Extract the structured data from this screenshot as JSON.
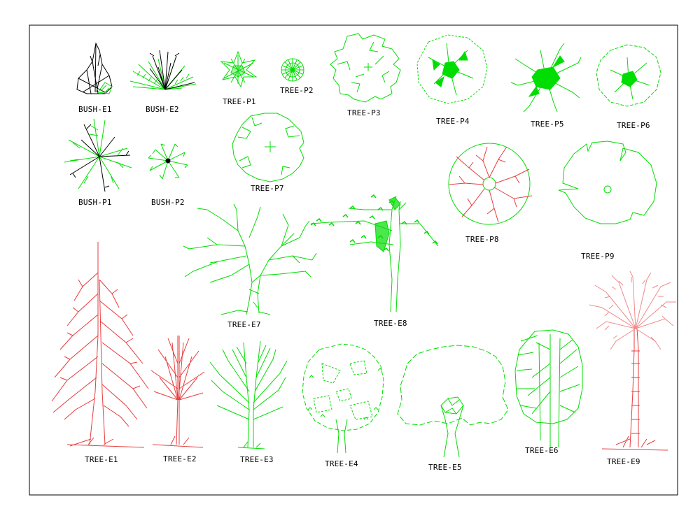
{
  "colors": {
    "green": "#00dd00",
    "red": "#e83b3b",
    "black": "#000000",
    "pink": "#f08a8a"
  },
  "symbols": [
    {
      "id": "bush-e1",
      "label": "BUSH-E1"
    },
    {
      "id": "bush-e2",
      "label": "BUSH-E2"
    },
    {
      "id": "tree-p1",
      "label": "TREE-P1"
    },
    {
      "id": "tree-p2",
      "label": "TREE-P2"
    },
    {
      "id": "tree-p3",
      "label": "TREE-P3"
    },
    {
      "id": "tree-p4",
      "label": "TREE-P4"
    },
    {
      "id": "tree-p5",
      "label": "TREE-P5"
    },
    {
      "id": "tree-p6",
      "label": "TREE-P6"
    },
    {
      "id": "bush-p1",
      "label": "BUSH-P1"
    },
    {
      "id": "bush-p2",
      "label": "BUSH-P2"
    },
    {
      "id": "tree-p7",
      "label": "TREE-P7"
    },
    {
      "id": "tree-p8",
      "label": "TREE-P8"
    },
    {
      "id": "tree-p9",
      "label": "TREE-P9"
    },
    {
      "id": "tree-e7",
      "label": "TREE-E7"
    },
    {
      "id": "tree-e8",
      "label": "TREE-E8"
    },
    {
      "id": "tree-e1",
      "label": "TREE-E1"
    },
    {
      "id": "tree-e2",
      "label": "TREE-E2"
    },
    {
      "id": "tree-e3",
      "label": "TREE-E3"
    },
    {
      "id": "tree-e4",
      "label": "TREE-E4"
    },
    {
      "id": "tree-e5",
      "label": "TREE-E5"
    },
    {
      "id": "tree-e6",
      "label": "TREE-E6"
    },
    {
      "id": "tree-e9",
      "label": "TREE-E9"
    }
  ]
}
